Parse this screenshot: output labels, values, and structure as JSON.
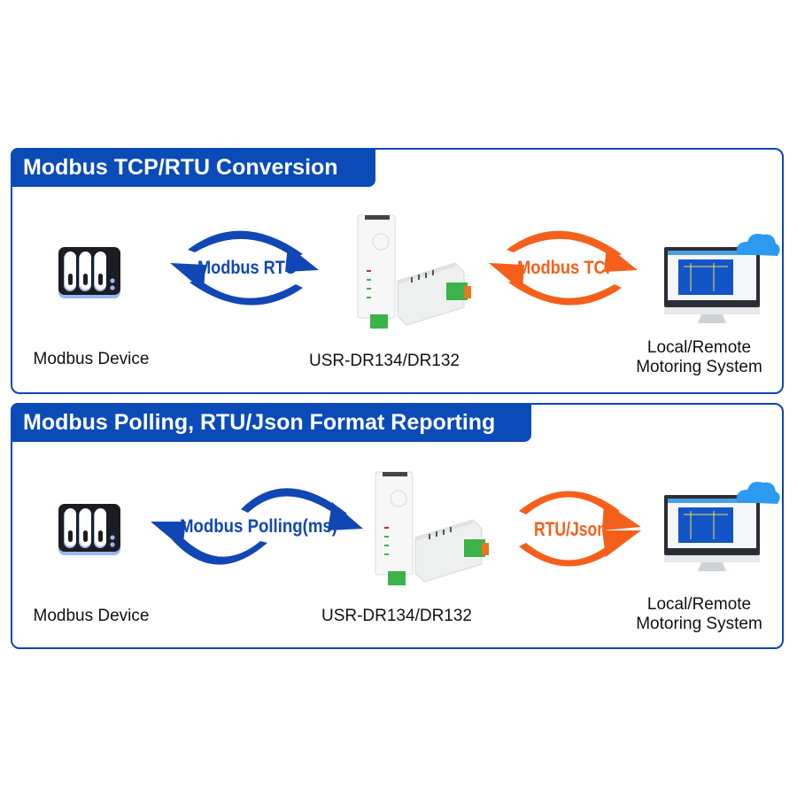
{
  "colors": {
    "brand_blue": "#0a4bb8",
    "arrow_blue": "#1147b5",
    "arrow_orange": "#f4601c",
    "text": "#111111"
  },
  "panels": [
    {
      "title": "Modbus TCP/RTU Conversion",
      "left_node": {
        "icon": "server-rack-icon",
        "label": "Modbus Device"
      },
      "left_link": {
        "label": "Modbus RTU",
        "direction": "bidirectional",
        "color": "blue"
      },
      "center_node": {
        "icon": "din-rail-device-icon",
        "label": "USR-DR134/DR132"
      },
      "right_link": {
        "label": "Modbus TCP",
        "direction": "bidirectional",
        "color": "orange"
      },
      "right_node": {
        "icon": "monitor-cloud-icon",
        "label_line1": "Local/Remote",
        "label_line2": "Motoring System"
      }
    },
    {
      "title": "Modbus Polling, RTU/Json Format Reporting",
      "left_node": {
        "icon": "server-rack-icon",
        "label": "Modbus Device"
      },
      "left_link": {
        "label": "Modbus Polling(ms)",
        "direction": "bidirectional",
        "color": "blue"
      },
      "center_node": {
        "icon": "din-rail-device-icon",
        "label": "USR-DR134/DR132"
      },
      "right_link": {
        "label": "RTU/Json",
        "direction": "one-way-right",
        "color": "orange"
      },
      "right_node": {
        "icon": "monitor-cloud-icon",
        "label_line1": "Local/Remote",
        "label_line2": "Motoring System"
      }
    }
  ]
}
